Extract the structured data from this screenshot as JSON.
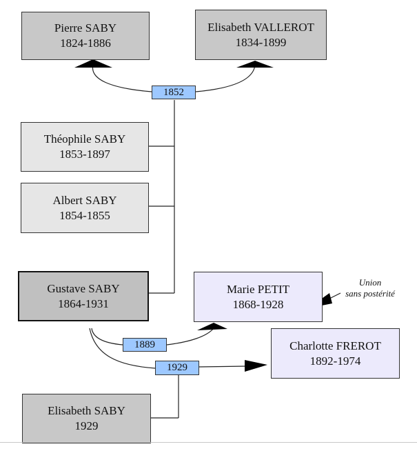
{
  "persons": {
    "pierre": {
      "name": "Pierre SABY",
      "dates": "1824-1886"
    },
    "elisabeth_v": {
      "name": "Elisabeth VALLEROT",
      "dates": "1834-1899"
    },
    "theophile": {
      "name": "Théophile SABY",
      "dates": "1853-1897"
    },
    "albert": {
      "name": "Albert SABY",
      "dates": "1854-1855"
    },
    "gustave": {
      "name": "Gustave SABY",
      "dates": "1864-1931"
    },
    "marie": {
      "name": "Marie PETIT",
      "dates": "1868-1928"
    },
    "charlotte": {
      "name": "Charlotte FREROT",
      "dates": "1892-1974"
    },
    "elisabeth_s": {
      "name": "Elisabeth SABY",
      "dates": "1929"
    }
  },
  "marriages": {
    "m1852": "1852",
    "m1889": "1889",
    "m1929": "1929"
  },
  "note": {
    "line1": "Union",
    "line2": "sans postérité"
  }
}
